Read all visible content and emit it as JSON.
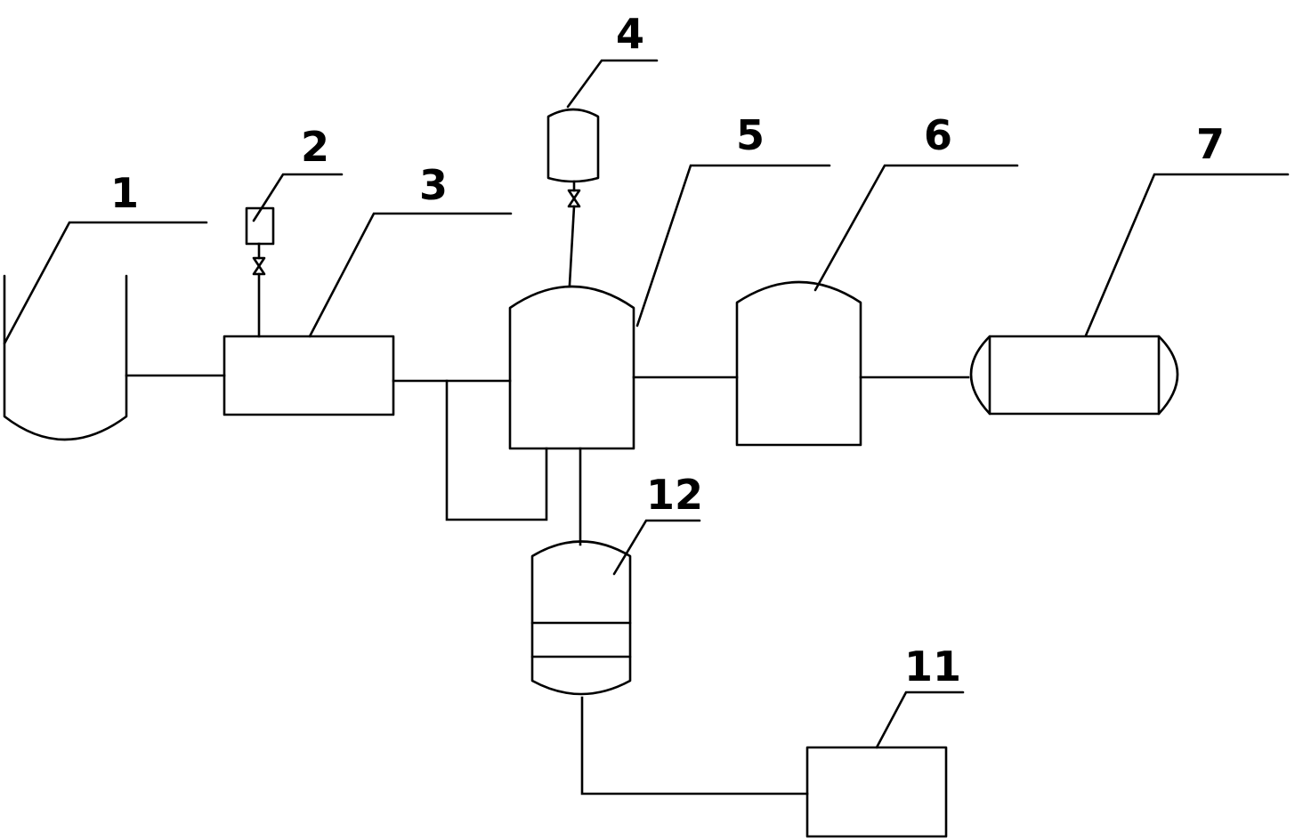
{
  "diagram": {
    "labels": {
      "n1": "1",
      "n2": "2",
      "n3": "3",
      "n4": "4",
      "n5": "5",
      "n6": "6",
      "n7": "7",
      "n11": "11",
      "n12": "12"
    }
  }
}
